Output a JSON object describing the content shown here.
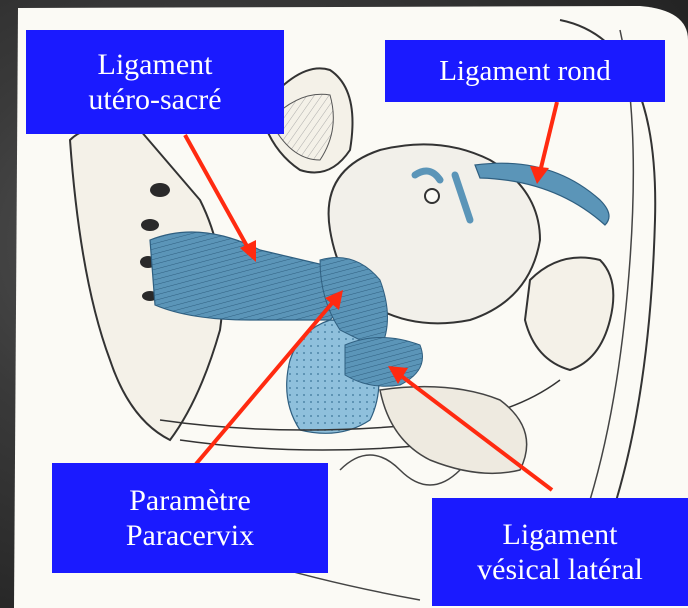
{
  "labels": {
    "uterosacre": {
      "line1": "Ligament",
      "line2": "utéro-sacré"
    },
    "rond": {
      "line1": "Ligament rond"
    },
    "parametre": {
      "line1": "Paramètre",
      "line2": "Paracervix"
    },
    "vesical": {
      "line1": "Ligament",
      "line2": "vésical latéral"
    }
  },
  "colors": {
    "label_bg": "#1a1aff",
    "label_text": "#ffffff",
    "arrow": "#ff2a10",
    "ligament_blue": "#5b95b8",
    "paper": "#fbfaf5"
  }
}
